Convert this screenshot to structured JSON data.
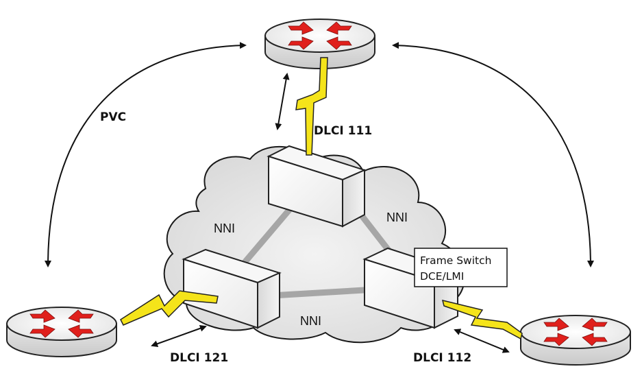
{
  "labels": {
    "pvc": "PVC",
    "dlci_top": "DLCI 111",
    "dlci_left": "DLCI 121",
    "dlci_right": "DLCI 112",
    "nni_left": "NNI",
    "nni_right": "NNI",
    "nni_bottom": "NNI",
    "callout_line1": "Frame Switch",
    "callout_line2": "DCE/LMI"
  },
  "colors": {
    "router_arrow": "#e0201c",
    "lightning": "#f5e41a",
    "trunk": "#a6a6a6",
    "cloud_fill": "#e6e6e6"
  },
  "icons": {
    "router": "router-icon",
    "switch": "frame-switch-icon",
    "link": "lightning-serial-link-icon"
  }
}
